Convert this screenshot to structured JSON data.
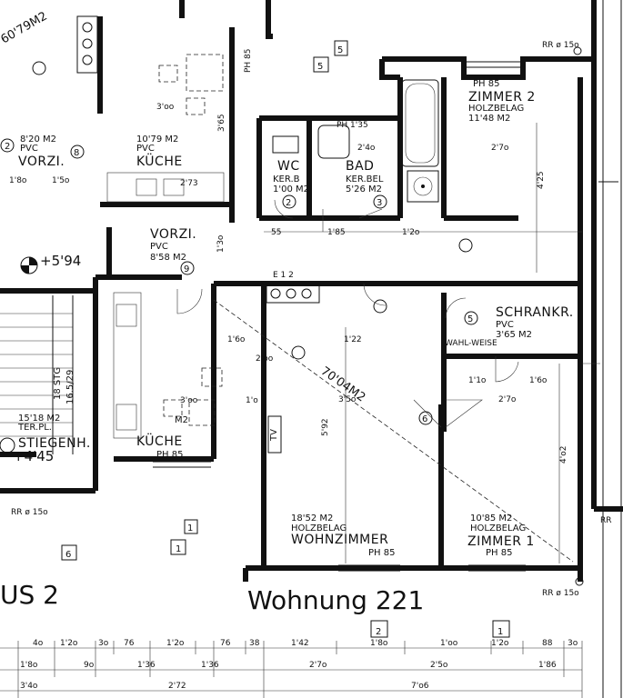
{
  "title": {
    "apartment": "Wohnung 221",
    "house": "US 2"
  },
  "rooms": [
    {
      "id": "zimmer2",
      "name": "ZIMMER 2",
      "height": "PH 85",
      "floor": "HOLZBELAG",
      "area": "11'48 M2"
    },
    {
      "id": "bad",
      "name": "BAD",
      "floor": "KER.BEL",
      "area": "5'26 M2",
      "number": "3"
    },
    {
      "id": "wc",
      "name": "WC",
      "floor": "KER.B",
      "area": "1'00 M2",
      "number": "2"
    },
    {
      "id": "kueche_top",
      "name": "KÜCHE",
      "floor": "PVC",
      "area": "10'79 M2",
      "number": "8"
    },
    {
      "id": "vorzi_top",
      "name": "VORZI.",
      "floor": "PVC",
      "area": "8'20 M2",
      "number": "2"
    },
    {
      "id": "vorzi_mid",
      "name": "VORZI.",
      "floor": "PVC",
      "area": "8'58 M2",
      "number": "9"
    },
    {
      "id": "schrankr",
      "name": "SCHRANKR.",
      "floor": "PVC",
      "area": "3'65 M2",
      "number": "5"
    },
    {
      "id": "kueche_low",
      "name": "KÜCHE",
      "height": "PH 85",
      "area": "M2",
      "number": "6"
    },
    {
      "id": "wohnzimmer",
      "name": "WOHNZIMMER",
      "height": "PH 85",
      "floor": "HOLZBELAG",
      "area": "18'52 M2"
    },
    {
      "id": "zimmer1",
      "name": "ZIMMER 1",
      "height": "PH 85",
      "floor": "HOLZBELAG",
      "area": "10'85 M2"
    },
    {
      "id": "stiegenh",
      "name": "STIEGENH.",
      "floor": "TER.PL.",
      "area": "15'18 M2"
    }
  ],
  "labels": {
    "level_594": "+5'94",
    "level_445": "+4'45",
    "stairs": "18 STG",
    "stairs_ratio": "16.5/29",
    "diag_area": "70'04M2",
    "area_top_left": "60'79M2",
    "wahlweise": "WAHL-WEISE",
    "tv": "TV",
    "rr_top": "RR ø 15o",
    "rr_bottom": "RR ø 15o",
    "rr_left": "RR ø 15o",
    "rr_right": "RR",
    "stove_label": "E 1 2",
    "ph135": "PH 1'35",
    "ph85_right": "PH 85",
    "ph85_top": "PH 85",
    "box5_top": "5",
    "box5_top2": "5",
    "box1_left": "1",
    "box1_left2": "1",
    "box6_left": "6",
    "box2_bottom": "2",
    "box1_bottom": "1"
  },
  "dimensions": {
    "row1": [
      "4o",
      "1'2o",
      "3o",
      "76",
      "1'2o",
      "76",
      "38",
      "1'42",
      "1'8o",
      "1'oo",
      "1'2o",
      "88",
      "3o"
    ],
    "row2": [
      "1'8o",
      "9o",
      "1'36",
      "1'36",
      "2'7o",
      "2'5o",
      "1'86"
    ],
    "row3": [
      "3'4o",
      "2'72",
      "7'o6"
    ],
    "inner": [
      "3'oo",
      "3'65",
      "2'4o",
      "2'7o",
      "4'25",
      "1'85",
      "1'2o",
      "55",
      "1'3o",
      "5'92",
      "3'5o",
      "2'7o",
      "4'o2",
      "1'22",
      "1'6o",
      "1'1o",
      "1'6o",
      "2'oo",
      "1'8o",
      "3'oo",
      "2'73",
      "1'5o",
      "1'o"
    ]
  }
}
